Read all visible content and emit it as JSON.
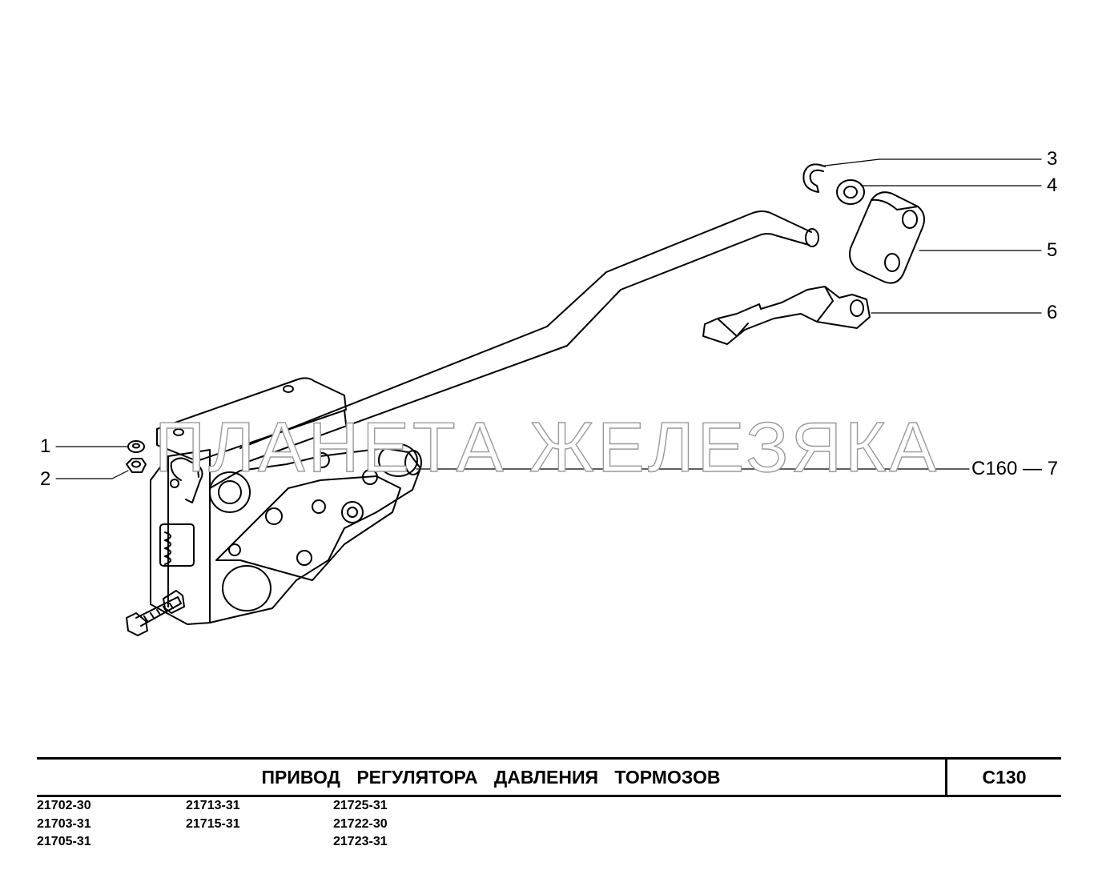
{
  "drawing": {
    "watermark": "ПЛАНЕТА ЖЕЛЕЗЯКА",
    "callouts": [
      {
        "label": "1"
      },
      {
        "label": "2"
      },
      {
        "label": "3"
      },
      {
        "label": "4"
      },
      {
        "label": "5"
      },
      {
        "label": "6"
      },
      {
        "label": "C160 — 7"
      }
    ]
  },
  "title_block": {
    "title": "ПРИВОД РЕГУЛЯТОРА ДАВЛЕНИЯ ТОРМОЗОВ",
    "code": "C130"
  },
  "models": {
    "col1": [
      "21702-30",
      "21703-31",
      "21705-31"
    ],
    "col2": [
      "21713-31",
      "21715-31"
    ],
    "col3": [
      "21725-31",
      "21722-30",
      "21723-31"
    ]
  }
}
